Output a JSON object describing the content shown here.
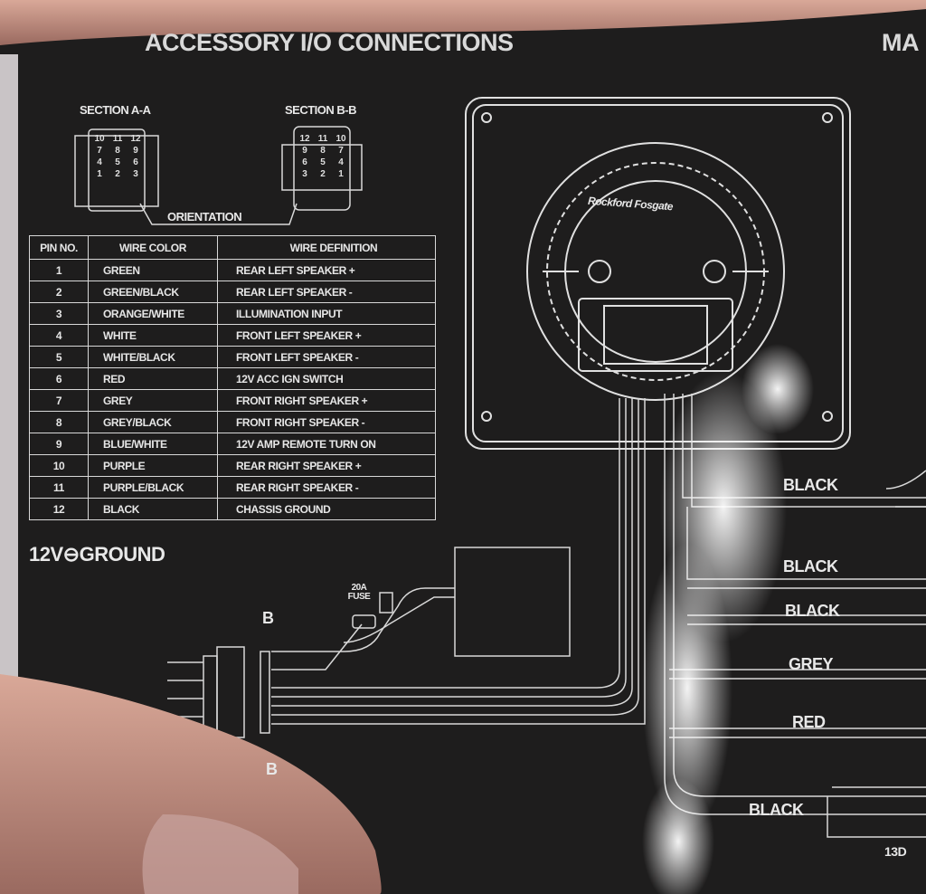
{
  "title": "ACCESSORY I/O CONNECTIONS",
  "title_partial_right": "MA",
  "connectors": {
    "section_a": {
      "label": "SECTION A-A",
      "pins": [
        "10",
        "11",
        "12",
        "7",
        "8",
        "9",
        "4",
        "5",
        "6",
        "1",
        "2",
        "3"
      ]
    },
    "section_b": {
      "label": "SECTION B-B",
      "pins": [
        "12",
        "11",
        "10",
        "9",
        "8",
        "7",
        "6",
        "5",
        "4",
        "3",
        "2",
        "1"
      ]
    },
    "orientation_label": "ORIENTATION"
  },
  "pin_table": {
    "headers": [
      "PIN NO.",
      "WIRE COLOR",
      "WIRE DEFINITION"
    ],
    "rows": [
      {
        "pin": "1",
        "color": "GREEN",
        "definition": "REAR LEFT SPEAKER +"
      },
      {
        "pin": "2",
        "color": "GREEN/BLACK",
        "definition": "REAR LEFT SPEAKER -"
      },
      {
        "pin": "3",
        "color": "ORANGE/WHITE",
        "definition": "ILLUMINATION INPUT"
      },
      {
        "pin": "4",
        "color": "WHITE",
        "definition": "FRONT LEFT SPEAKER +"
      },
      {
        "pin": "5",
        "color": "WHITE/BLACK",
        "definition": "FRONT LEFT SPEAKER -"
      },
      {
        "pin": "6",
        "color": "RED",
        "definition": "12V ACC IGN SWITCH"
      },
      {
        "pin": "7",
        "color": "GREY",
        "definition": "FRONT RIGHT SPEAKER +"
      },
      {
        "pin": "8",
        "color": "GREY/BLACK",
        "definition": "FRONT RIGHT SPEAKER -"
      },
      {
        "pin": "9",
        "color": "BLUE/WHITE",
        "definition": "12V AMP REMOTE TURN ON"
      },
      {
        "pin": "10",
        "color": "PURPLE",
        "definition": "REAR RIGHT SPEAKER +"
      },
      {
        "pin": "11",
        "color": "PURPLE/BLACK",
        "definition": "REAR RIGHT SPEAKER -"
      },
      {
        "pin": "12",
        "color": "BLACK",
        "definition": "CHASSIS GROUND"
      }
    ]
  },
  "ground_label": "12V⊖GROUND",
  "fuse_label": "20A FUSE",
  "section_markers": [
    "B",
    "B"
  ],
  "brand_logo": "Rockford Fosgate",
  "wire_labels": [
    "BLACK",
    "BLACK",
    "BLACK",
    "GREY",
    "RED",
    "BLACK"
  ],
  "partial_connector_label": "13D"
}
